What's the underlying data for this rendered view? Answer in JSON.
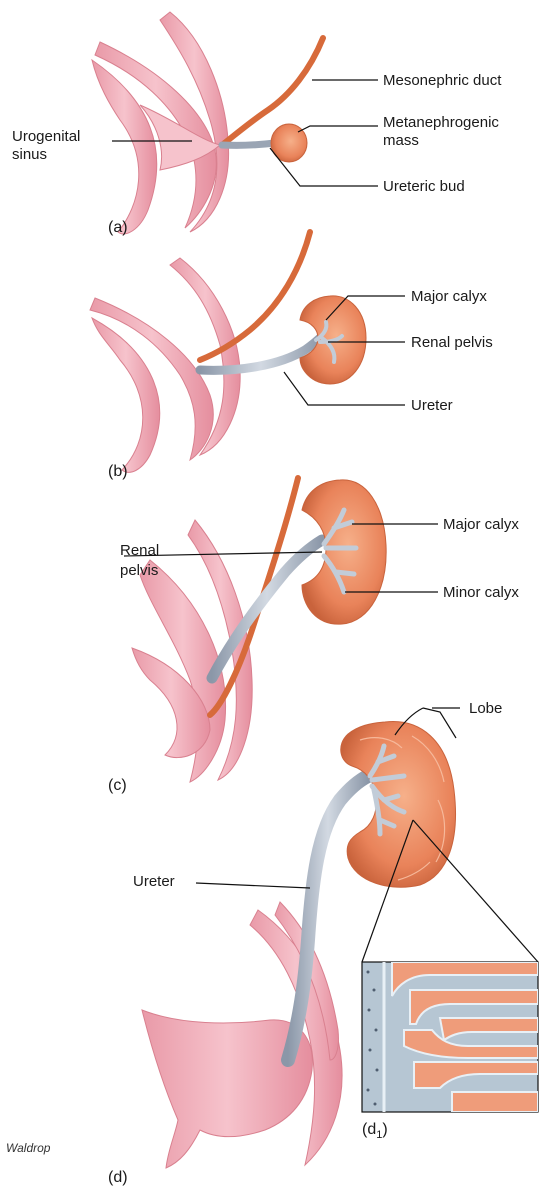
{
  "credit": "Waldrop",
  "panels": {
    "a": {
      "tag": "(a)",
      "labels": {
        "mesonephric_duct": "Mesonephric duct",
        "urogenital_sinus_1": "Urogenital",
        "urogenital_sinus_2": "sinus",
        "metanephrogenic_1": "Metanephrogenic",
        "metanephrogenic_2": "mass",
        "ureteric_bud": "Ureteric bud"
      }
    },
    "b": {
      "tag": "(b)",
      "labels": {
        "major_calyx": "Major calyx",
        "renal_pelvis": "Renal  pelvis",
        "ureter": "Ureter"
      }
    },
    "c": {
      "tag": "(c)",
      "labels": {
        "renal_pelvis_1": "Renal",
        "renal_pelvis_2": "pelvis",
        "major_calyx": "Major calyx",
        "minor_calyx": "Minor calyx"
      }
    },
    "d": {
      "tag": "(d)",
      "inset_tag": "(d",
      "inset_sub": "1",
      "inset_close": ")",
      "labels": {
        "lobe": "Lobe",
        "ureter": "Ureter"
      }
    }
  },
  "colors": {
    "sinus_pink": "#f2b3bd",
    "sinus_dark": "#d9808f",
    "duct_orange": "#d76a3a",
    "kidney_orange": "#e9835a",
    "kidney_light": "#f4a882",
    "ureter_gray": "#aab5c3",
    "ureter_dark": "#7c8898",
    "inset_blue": "#b6c6d3"
  }
}
